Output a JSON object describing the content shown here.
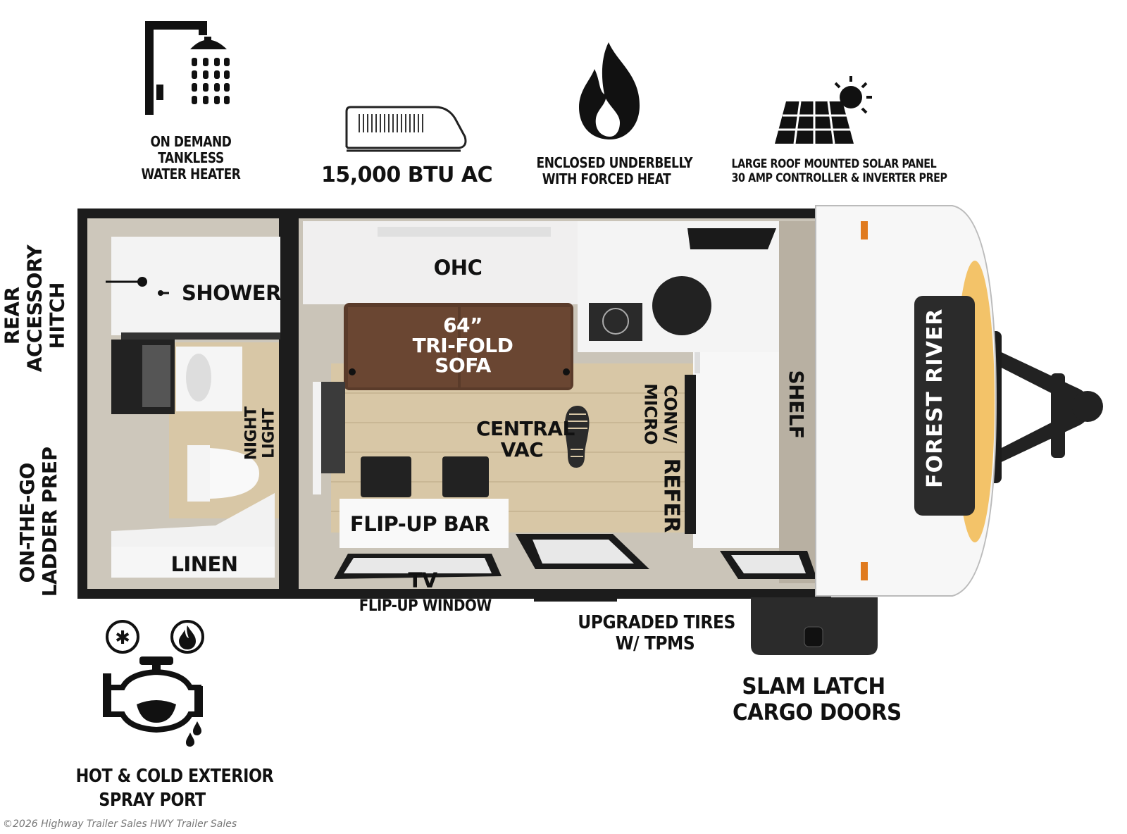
{
  "features": {
    "water_heater": [
      "ON DEMAND",
      "TANKLESS",
      "WATER HEATER"
    ],
    "ac": "15,000 BTU AC",
    "underbelly": [
      "ENCLOSED UNDERBELLY",
      "WITH FORCED HEAT"
    ],
    "solar": [
      "LARGE ROOF MOUNTED SOLAR PANEL",
      "30 AMP CONTROLLER & INVERTER PREP"
    ],
    "rear_hitch": [
      "REAR",
      "ACCESSORY",
      "HITCH"
    ],
    "ladder": [
      "ON-THE-GO",
      "LADDER PREP"
    ],
    "spray_port": [
      "HOT & COLD EXTERIOR",
      "SPRAY PORT"
    ],
    "tires": [
      "UPGRADED TIRES",
      "W/ TPMS"
    ],
    "cargo": [
      "SLAM LATCH",
      "CARGO DOORS"
    ],
    "flip_window": "FLIP-UP WINDOW"
  },
  "rooms": {
    "shower": "SHOWER",
    "night_light": [
      "NIGHT",
      "LIGHT"
    ],
    "linen": "LINEN",
    "ohc": "OHC",
    "sofa": [
      "64”",
      "TRI-FOLD",
      "SOFA"
    ],
    "central_vac": [
      "CENTRAL",
      "VAC"
    ],
    "conv_micro": [
      "CONV/",
      "MICRO"
    ],
    "refer": "REFER",
    "shelf": "SHELF",
    "flip_bar": "FLIP-UP BAR",
    "tv": "TV"
  },
  "brand": "FOREST RIVER",
  "watermark": "©2026 Highway Trailer Sales HWY Trailer Sales",
  "colors": {
    "sofa": "#5a3b2a",
    "floor": "#d8c7a6",
    "wall": "#1c1c1c",
    "accent": "#f2b13a"
  }
}
